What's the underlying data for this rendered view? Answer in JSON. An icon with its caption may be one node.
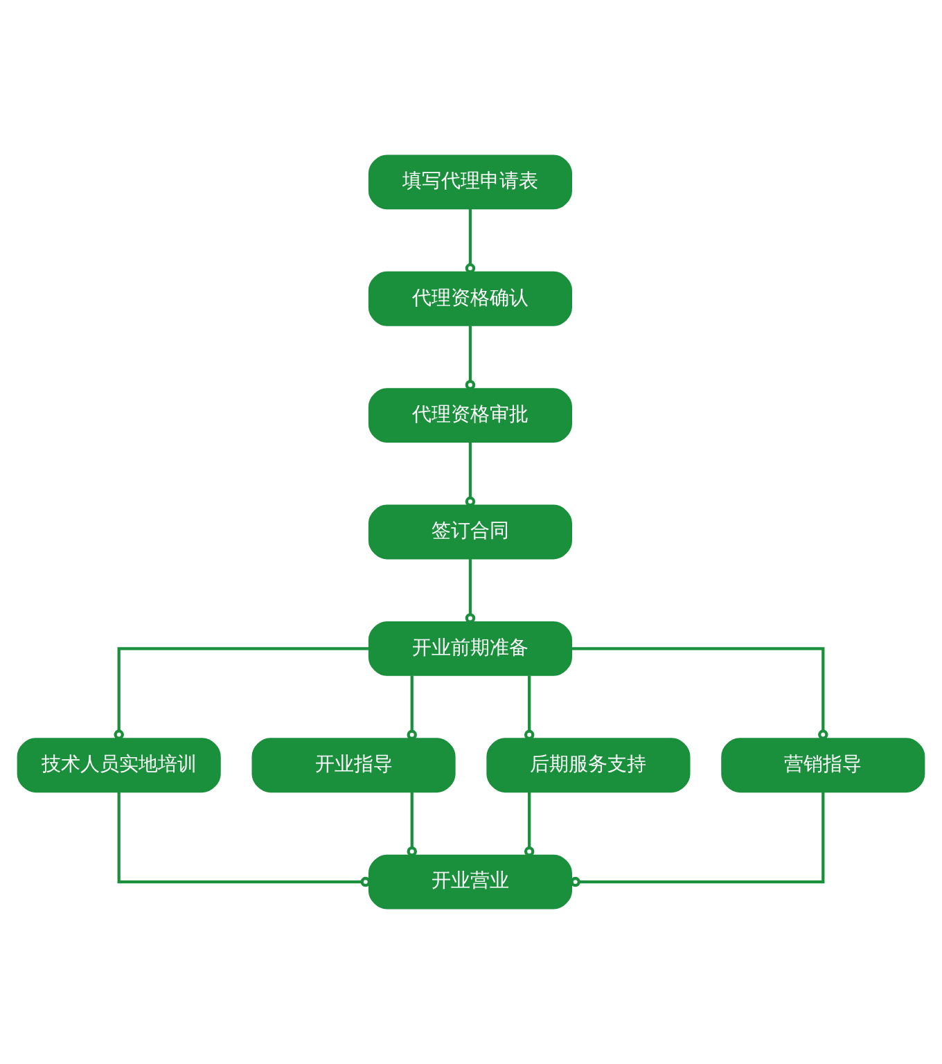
{
  "diagram": {
    "nodes": [
      {
        "text": [
          "填写代理申请表"
        ]
      },
      {
        "text": [
          "代理资格确认"
        ]
      },
      {
        "text": [
          "代理资格审批"
        ]
      },
      {
        "text": [
          "签订合同"
        ]
      },
      {
        "text": [
          "开业前期准备"
        ]
      },
      {
        "text": [
          "技术人员实地培训"
        ]
      },
      {
        "text": [
          "开业指导"
        ]
      },
      {
        "text": [
          "后期服务支持"
        ]
      },
      {
        "text": [
          "营销指导"
        ]
      },
      {
        "text": [
          "开业营业"
        ]
      }
    ],
    "edges": [
      {
        "from": 0,
        "to": 1,
        "arrow": "other"
      },
      {
        "from": 1,
        "to": 2,
        "arrow": "other"
      },
      {
        "from": 2,
        "to": 3,
        "arrow": "other"
      },
      {
        "from": 3,
        "to": 4,
        "arrow": "other"
      },
      {
        "from": 4,
        "to": 5,
        "arrow": "other"
      },
      {
        "from": 4,
        "to": 6,
        "arrow": "other"
      },
      {
        "from": 4,
        "to": 7,
        "arrow": "other"
      },
      {
        "from": 4,
        "to": 8,
        "arrow": "other"
      },
      {
        "from": 5,
        "to": 9,
        "arrow": "other"
      },
      {
        "from": 6,
        "to": 9,
        "arrow": "other"
      },
      {
        "from": 7,
        "to": 9,
        "arrow": "other"
      },
      {
        "from": 8,
        "to": 9,
        "arrow": "other"
      }
    ]
  }
}
